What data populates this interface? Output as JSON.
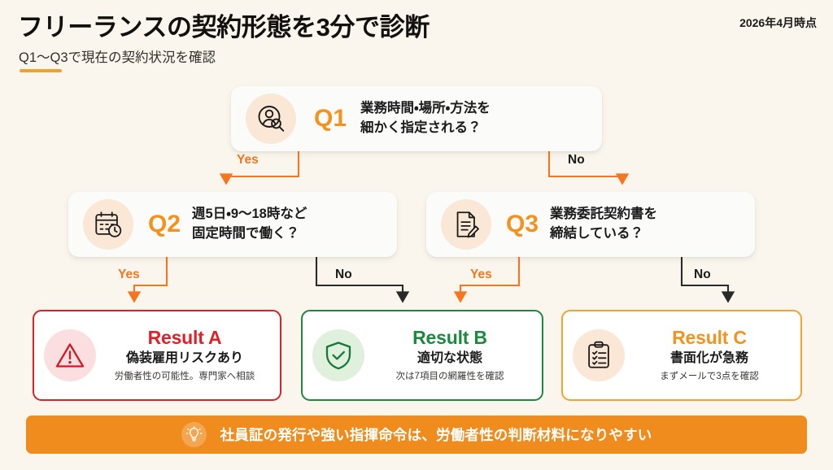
{
  "header": {
    "title": "フリーランスの契約形態を3分で診断",
    "subtitle": "Q1〜Q3で現在の契約状況を確認",
    "date_stamp": "2026年4月時点",
    "accent_color": "#f0a32a"
  },
  "questions": [
    {
      "id": "Q1",
      "label": "Q1",
      "icon": "person-search-icon",
      "line1": "業務時間・場所・方法を",
      "line2": "細かく指定される？"
    },
    {
      "id": "Q2",
      "label": "Q2",
      "icon": "calendar-clock-icon",
      "line1": "週5日・9〜18時など",
      "line2": "固定時間で働く？"
    },
    {
      "id": "Q3",
      "label": "Q3",
      "icon": "document-pen-icon",
      "line1": "業務委託契約書を",
      "line2": "締結している？"
    }
  ],
  "edges": [
    {
      "from": "Q1",
      "answer": "Yes",
      "to": "Q2",
      "color": "#f5761e"
    },
    {
      "from": "Q1",
      "answer": "No",
      "to": "Q3",
      "color": "#1b1b1b"
    },
    {
      "from": "Q2",
      "answer": "Yes",
      "to": "Result A",
      "color": "#f5761e"
    },
    {
      "from": "Q2",
      "answer": "No",
      "to": "Result B",
      "color": "#1b1b1b"
    },
    {
      "from": "Q3",
      "answer": "Yes",
      "to": "Result B",
      "color": "#f5761e"
    },
    {
      "from": "Q3",
      "answer": "No",
      "to": "Result C",
      "color": "#1b1b1b"
    }
  ],
  "results": [
    {
      "id": "A",
      "title": "Result A",
      "headline": "偽装雇用リスクあり",
      "note": "労働者性の可能性。専門家へ相談",
      "icon": "warning-triangle-icon",
      "color": "#e01f26"
    },
    {
      "id": "B",
      "title": "Result B",
      "headline": "適切な状態",
      "note": "次は7項目の網羅性を確認",
      "icon": "shield-check-icon",
      "color": "#1b8a3f"
    },
    {
      "id": "C",
      "title": "Result C",
      "headline": "書面化が急務",
      "note": "まずメールで3点を確認",
      "icon": "clipboard-checklist-icon",
      "color": "#f5921e"
    }
  ],
  "footer": {
    "icon": "lightbulb-icon",
    "text": "社員証の発行や強い指揮命令は、労働者性の判断材料になりやすい",
    "background_color": "#f08c1e"
  }
}
